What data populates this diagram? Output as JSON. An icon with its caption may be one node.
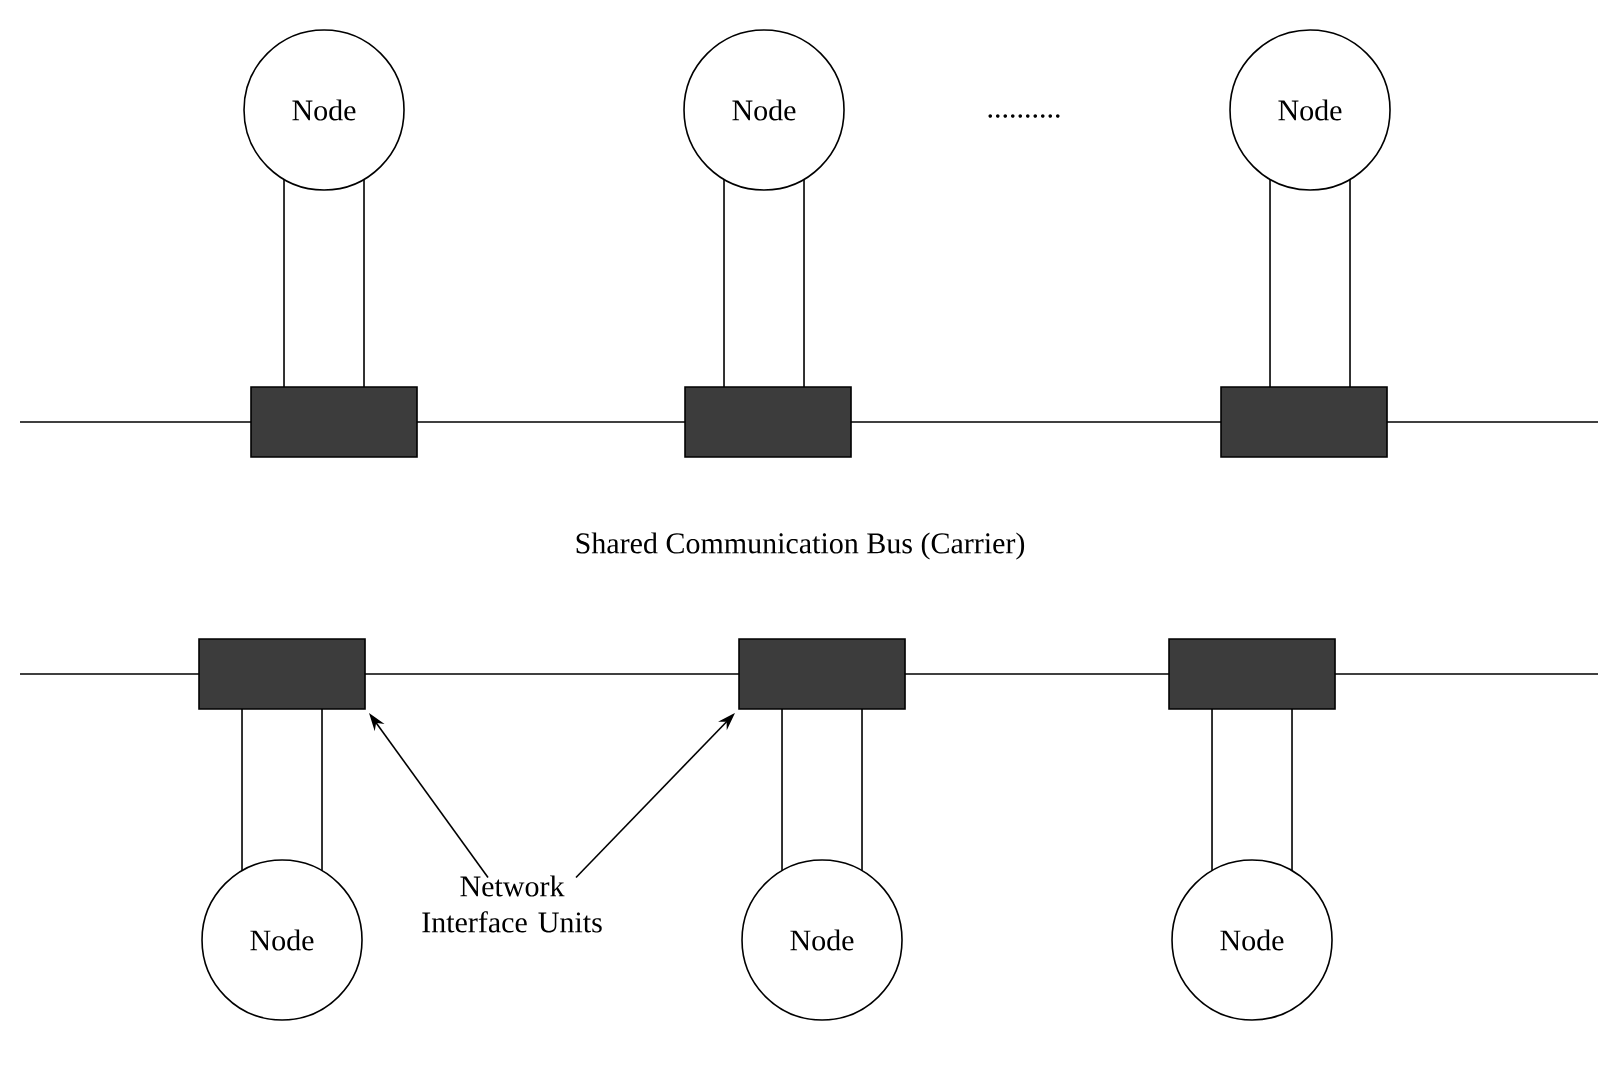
{
  "diagram": {
    "nodes": [
      {
        "text": [
          "Node"
        ]
      },
      {
        "text": [
          "Node"
        ]
      },
      {
        "text": [
          "Node"
        ]
      },
      {
        "text": [],
        "shape": "box"
      },
      {
        "text": [],
        "shape": "box"
      },
      {
        "text": [],
        "shape": "box"
      },
      {
        "text": [],
        "shape": "box"
      },
      {
        "text": [],
        "shape": "box"
      },
      {
        "text": [],
        "shape": "box"
      },
      {
        "text": [
          "Network Interface Units"
        ]
      },
      {
        "text": [
          "Node"
        ]
      },
      {
        "text": [
          "Node"
        ]
      },
      {
        "text": [
          "Node"
        ]
      }
    ],
    "edges": [
      {
        "from": 0,
        "to": 3,
        "arrow": "none"
      },
      {
        "from": 0,
        "to": 3,
        "arrow": "none"
      },
      {
        "from": 1,
        "to": 4,
        "arrow": "none"
      },
      {
        "from": 1,
        "to": 4,
        "arrow": "none"
      },
      {
        "from": 2,
        "to": 5,
        "arrow": "none"
      },
      {
        "from": 2,
        "to": 5,
        "arrow": "none"
      },
      {
        "from": null,
        "to": 3,
        "arrow": "none"
      },
      {
        "from": 3,
        "to": 4,
        "arrow": "none"
      },
      {
        "from": 4,
        "to": 5,
        "arrow": "none"
      },
      {
        "from": 5,
        "to": null,
        "arrow": "none"
      },
      {
        "from": null,
        "to": 6,
        "arrow": "none"
      },
      {
        "from": 6,
        "to": 7,
        "arrow": "none"
      },
      {
        "from": 7,
        "to": 8,
        "arrow": "none"
      },
      {
        "from": 8,
        "to": null,
        "arrow": "none"
      },
      {
        "from": 10,
        "to": 6,
        "arrow": "none"
      },
      {
        "from": 10,
        "to": 6,
        "arrow": "none"
      },
      {
        "from": 11,
        "to": 7,
        "arrow": "none"
      },
      {
        "from": 11,
        "to": 7,
        "arrow": "none"
      },
      {
        "from": 12,
        "to": 8,
        "arrow": "none"
      },
      {
        "from": 12,
        "to": 8,
        "arrow": "none"
      },
      {
        "from": 9,
        "to": 6,
        "arrow": "to"
      },
      {
        "from": 9,
        "to": 7,
        "arrow": "to"
      }
    ],
    "labels": [
      "..........",
      "Shared Communication Bus (Carrier)"
    ]
  }
}
